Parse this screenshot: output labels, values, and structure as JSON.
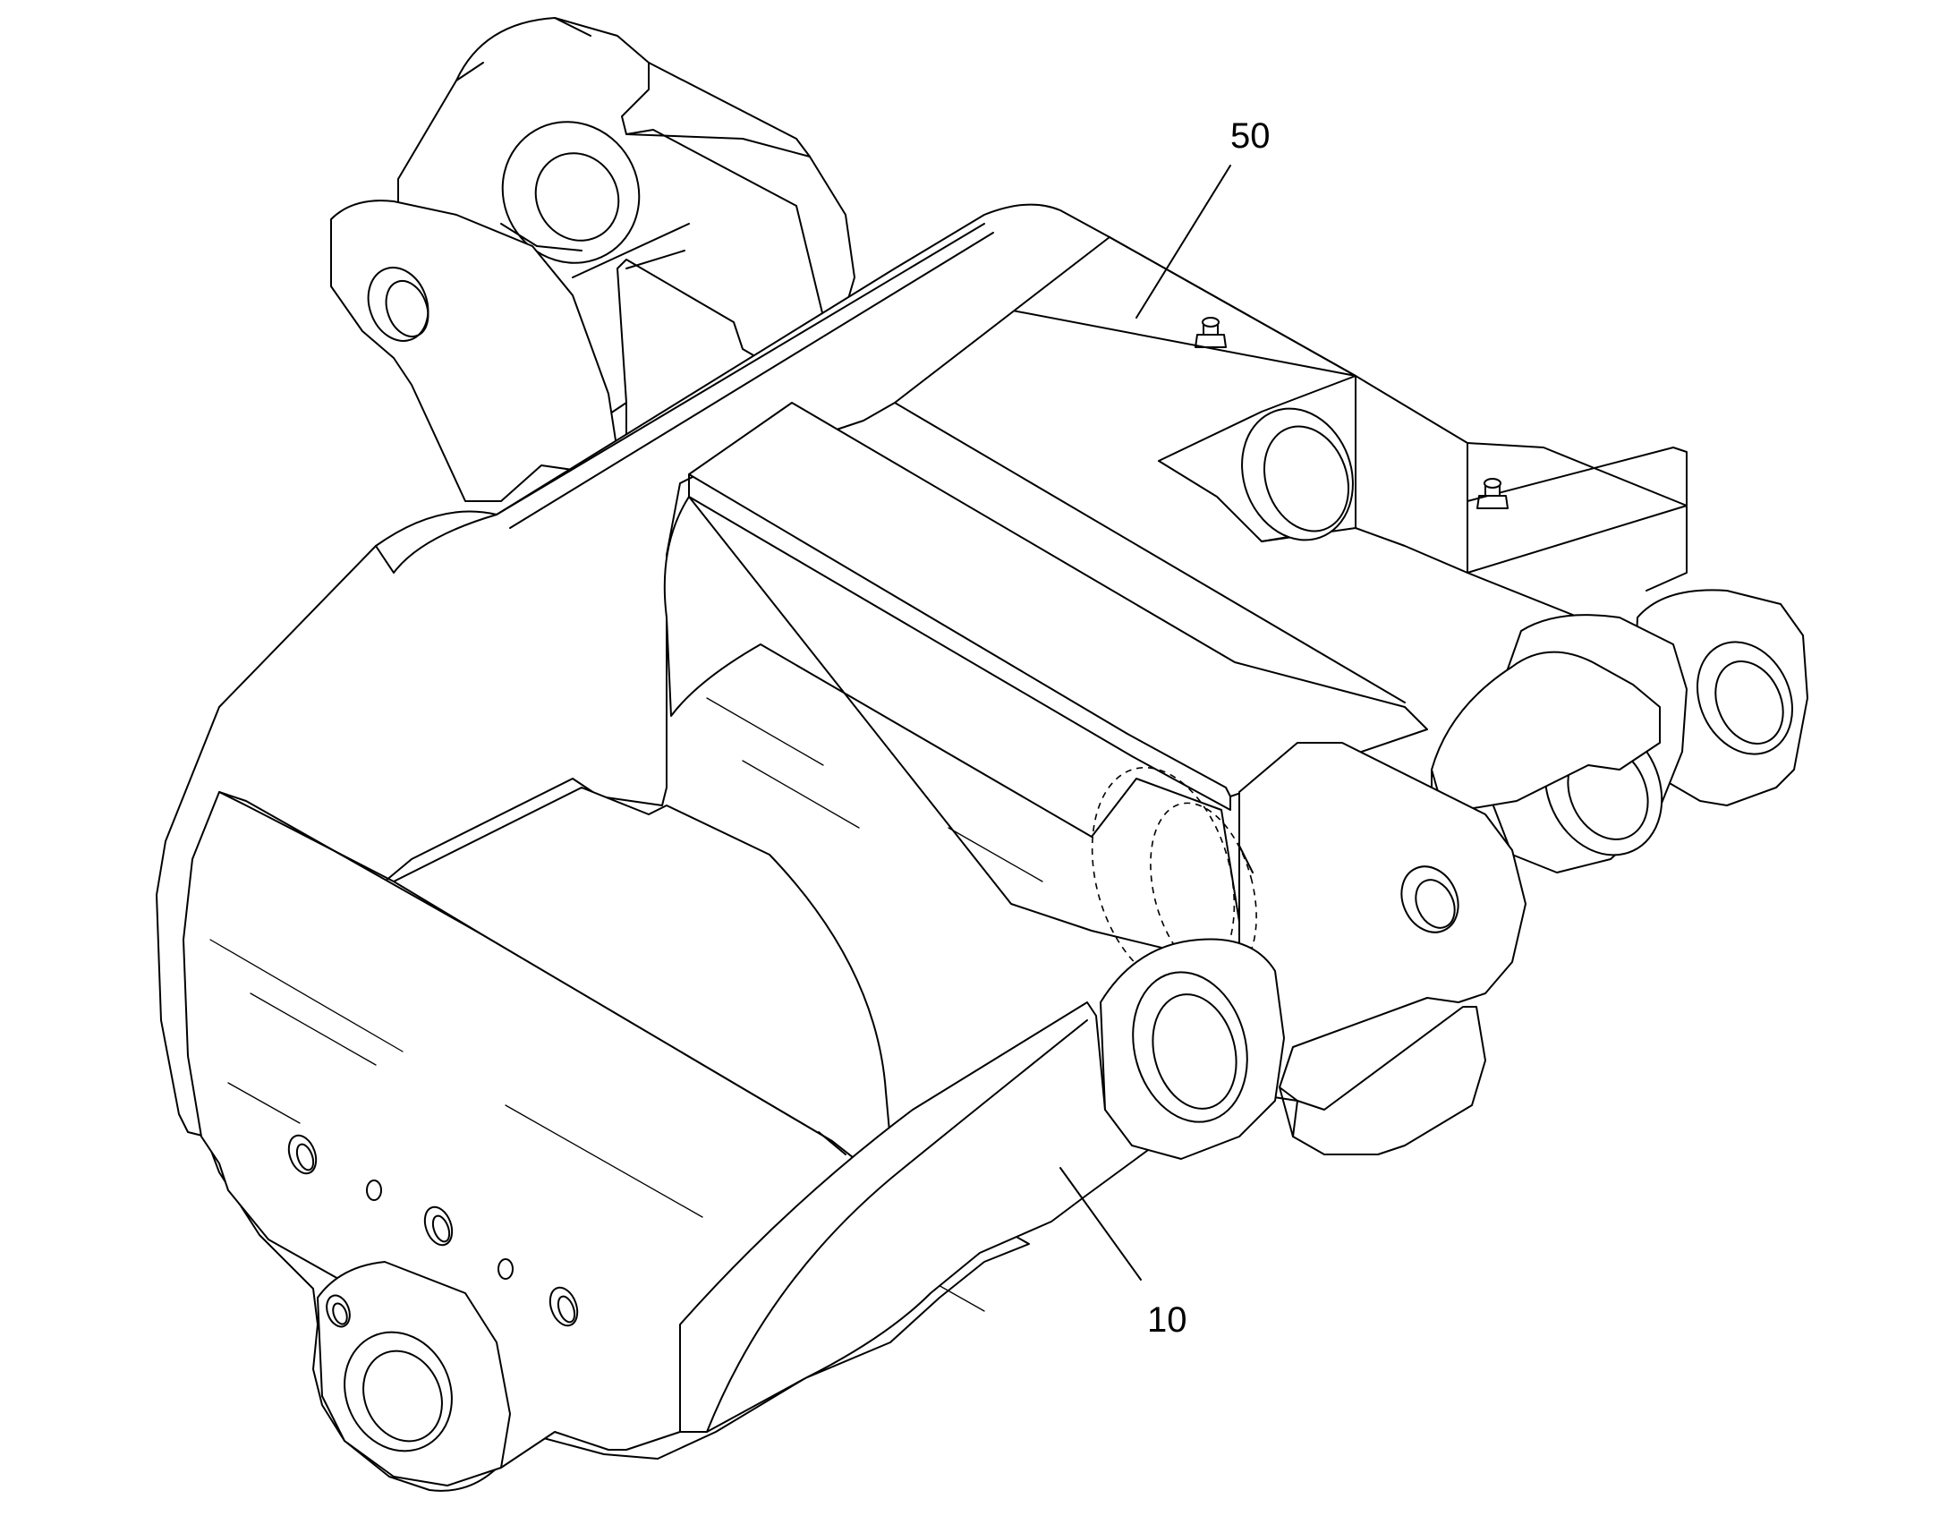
{
  "figure": {
    "reference_labels": [
      {
        "id": "label-50",
        "text": "50"
      },
      {
        "id": "label-10",
        "text": "10"
      }
    ]
  }
}
